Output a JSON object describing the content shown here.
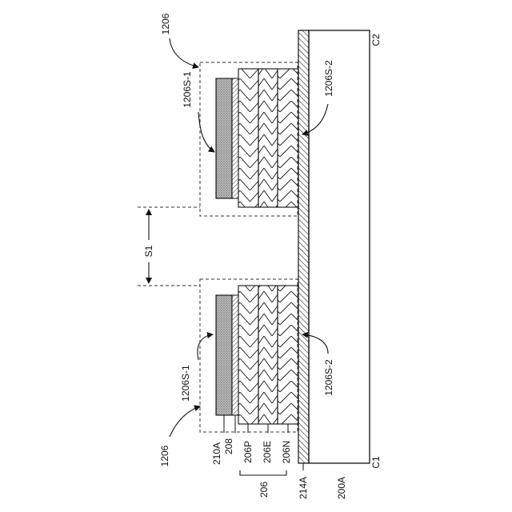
{
  "labels": {
    "fig_ref_top": "1206",
    "fig_ref_bottom": "1206",
    "sidewall1_top": "1206S-1",
    "sidewall1_bottom": "1206S-1",
    "sidewall2_top": "1206S-2",
    "sidewall2_bottom": "1206S-2",
    "spacing": "S1",
    "corner_c1": "C1",
    "corner_c2": "C2",
    "l_210A": "210A",
    "l_208": "208",
    "l_206P": "206P",
    "l_206E": "206E",
    "l_206N": "206N",
    "l_206": "206",
    "l_214A": "214A",
    "l_200A": "200A"
  }
}
